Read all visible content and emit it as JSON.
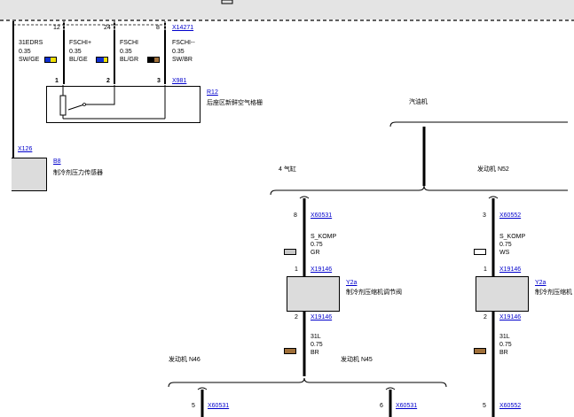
{
  "header": {
    "connectors": [
      {
        "pin": "12",
        "wire": "31EDRS",
        "size": "0.35",
        "color": "SW/GE"
      },
      {
        "pin": "24",
        "wire": "FSCHI+",
        "size": "0.35",
        "color": "BL/GE"
      },
      {
        "pin": "",
        "wire": "FSCHI",
        "size": "0.35",
        "color": "BL/GR"
      },
      {
        "pin": "8",
        "wire": "FSCHI--",
        "size": "0.35",
        "color": "SW/BR"
      }
    ],
    "connector_ref": "X14271"
  },
  "r12": {
    "pins": [
      "1",
      "2",
      "3"
    ],
    "connector": "X981",
    "code": "R12",
    "label": "后座区新鲜空气格栅"
  },
  "b8": {
    "connector": "X126",
    "code": "B8",
    "label": "制冷剂压力传感器"
  },
  "engine_labels": {
    "v8": "汽油机",
    "i4": "4 气缸",
    "n52": "发动机 N52",
    "n46": "发动机 N46",
    "n45": "发动机 N45"
  },
  "branch_left": {
    "top_pin": "8",
    "top_conn": "X60531",
    "wire1": "S_KOMP",
    "size1": "0.75",
    "color1": "GR",
    "mid_pin_top": "1",
    "mid_conn_top": "X19146",
    "device_code": "Y2a",
    "device_label": "制冷剂压缩机调节阀",
    "mid_pin_bottom": "2",
    "mid_conn_bottom": "X19146",
    "wire2": "31L",
    "size2": "0.75",
    "color2": "BR"
  },
  "branch_right": {
    "top_pin": "3",
    "top_conn": "X60552",
    "wire1": "S_KOMP",
    "size1": "0.75",
    "color1": "WS",
    "mid_pin_top": "1",
    "mid_conn_top": "X19146",
    "device_code": "Y2a",
    "device_label": "制冷剂压缩机",
    "mid_pin_bottom": "2",
    "mid_conn_bottom": "X19146",
    "wire2": "31L",
    "size2": "0.75",
    "color2": "BR"
  },
  "bottom": {
    "a_pin": "5",
    "a_conn": "X60531",
    "b_pin": "6",
    "b_conn": "X60531",
    "c_pin": "5",
    "c_conn": "X60552"
  },
  "colors": {
    "grey": "#c8c8c8",
    "white": "#ffffff",
    "brown": "#a0703a",
    "yellow": "#f0e000",
    "blue": "#1030d0",
    "black": "#000000"
  }
}
